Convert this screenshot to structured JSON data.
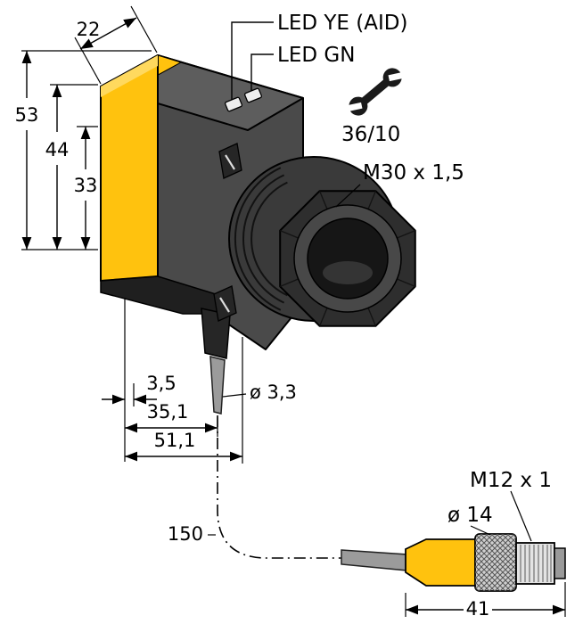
{
  "labels": {
    "led_yellow": "LED YE (AID)",
    "led_green": "LED GN",
    "wrench_size": "36/10",
    "lens_thread": "M30 x 1,5",
    "cable_diameter": "ø 3,3",
    "connector_thread": "M12 x 1",
    "connector_diameter": "ø 14"
  },
  "dimensions": {
    "housing_depth": "22",
    "housing_height": "53",
    "front_height": "44",
    "hole_spacing": "33",
    "offset_rear": "3,5",
    "offset_cable": "35,1",
    "housing_length": "51,1",
    "cable_length": "150",
    "connector_length": "41"
  },
  "colors": {
    "housing_yellow": "#ffc20e",
    "housing_gray": "#4a4a4a",
    "top_gray": "#5d5d5d",
    "housing_dark": "#1f1f1f",
    "cable_gray": "#9b9b9b"
  }
}
